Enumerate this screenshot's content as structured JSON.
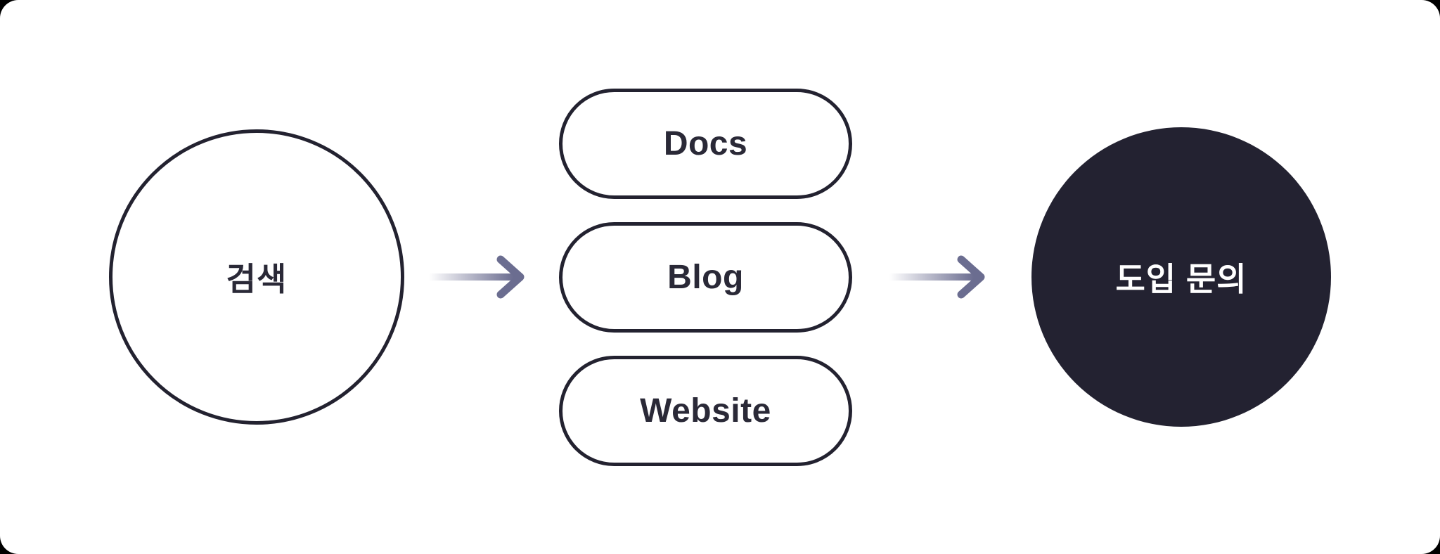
{
  "flow": {
    "source": {
      "label": "검색"
    },
    "channels": [
      {
        "label": "Docs"
      },
      {
        "label": "Blog"
      },
      {
        "label": "Website"
      }
    ],
    "destination": {
      "label": "도입 문의"
    }
  },
  "colors": {
    "ink": "#232230",
    "text_ink": "#2a2937",
    "arrow": "#6b6d90",
    "arrow_fade": "#ffffff",
    "destination_fill": "#232231",
    "destination_text": "#ffffff",
    "canvas": "#ffffff",
    "backdrop": "#000000"
  }
}
